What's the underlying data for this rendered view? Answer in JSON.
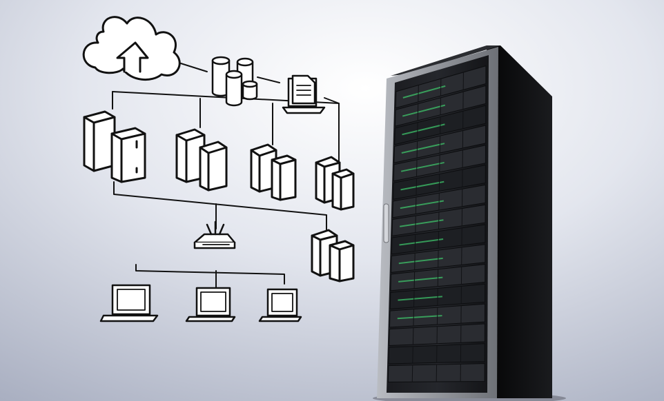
{
  "colors": {
    "background_top": "#ffffff",
    "background_bottom": "#aab0c2",
    "sketch_stroke": "#111111",
    "sketch_fill": "#ffffff",
    "rack_body": "#0b0b0d",
    "rack_frame": "#8e9096",
    "server_led": "#3ec46a"
  },
  "scene": {
    "sketch_icons": [
      "cloud-upload-icon",
      "database-icon",
      "laptop-document-icon",
      "server-icon",
      "router-icon",
      "laptop-icon"
    ],
    "server_count": 5,
    "laptop_count": 3,
    "rack_unit_count": 16
  }
}
